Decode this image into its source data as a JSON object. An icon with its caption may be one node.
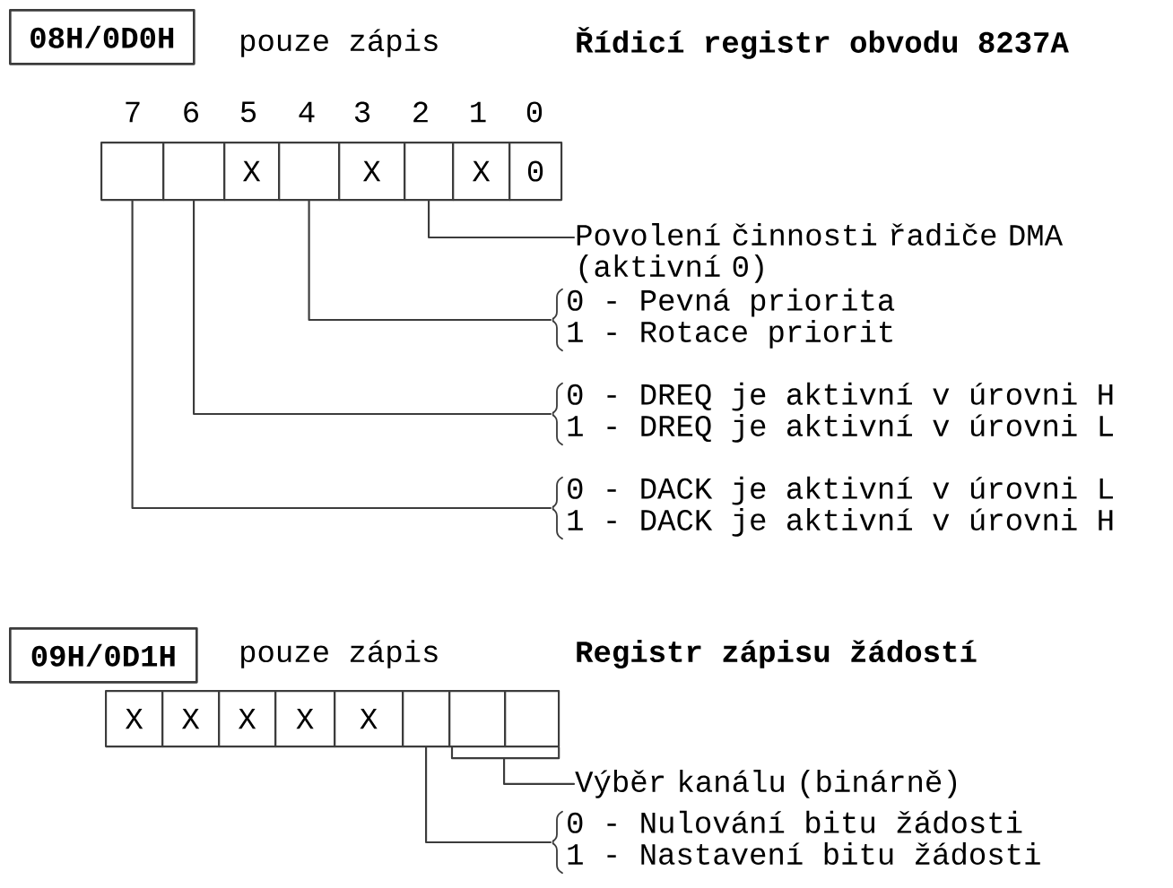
{
  "diagram": {
    "nodes": [
      {
        "text": [
          "08H/0D0H"
        ]
      },
      {
        "text": [],
        "shape": "box"
      },
      {
        "text": [],
        "shape": "box"
      },
      {
        "text": [
          "X"
        ]
      },
      {
        "text": [],
        "shape": "box"
      },
      {
        "text": [
          "X"
        ]
      },
      {
        "text": [],
        "shape": "box"
      },
      {
        "text": [
          "X"
        ]
      },
      {
        "text": [
          "0"
        ]
      },
      {
        "text": [
          "Povolení činnosti řadiče DMA (aktivní 0)"
        ]
      },
      {
        "text": [
          "0 - Pevná priorita",
          "1 - Rotace priorit"
        ]
      },
      {
        "text": [
          "0 - DREQ je aktivní v úrovni H",
          "1 - DREQ je aktivní v úrovni L"
        ]
      },
      {
        "text": [
          "0 - DACK je aktivní v úrovni L",
          "1 - DACK je aktivní v úrovni H"
        ]
      },
      {
        "text": [
          "09H/0D1H"
        ]
      },
      {
        "text": [
          "X"
        ]
      },
      {
        "text": [
          "X"
        ]
      },
      {
        "text": [
          "X"
        ]
      },
      {
        "text": [
          "X"
        ]
      },
      {
        "text": [
          "X"
        ]
      },
      {
        "text": [],
        "shape": "box"
      },
      {
        "text": [],
        "shape": "box"
      },
      {
        "text": [],
        "shape": "box"
      },
      {
        "text": [
          "Výběr kanálu (binárně)"
        ]
      },
      {
        "text": [
          "0 - Nulování bitu žádosti",
          "1 - Nastavení bitu žádosti"
        ]
      }
    ],
    "edges": [
      {
        "from": 6,
        "to": 9,
        "arrow": "none"
      },
      {
        "from": 4,
        "to": 10,
        "arrow": "none"
      },
      {
        "from": 2,
        "to": 11,
        "arrow": "none"
      },
      {
        "from": 1,
        "to": 12,
        "arrow": "none"
      },
      {
        "from": 20,
        "to": 22,
        "arrow": "none"
      },
      {
        "from": 21,
        "to": 22,
        "arrow": "none"
      },
      {
        "from": 19,
        "to": 23,
        "arrow": "none"
      }
    ],
    "labels": [
      "pouze zápis",
      "Řídicí registr obvodu 8237A",
      "7",
      "6",
      "5",
      "4",
      "3",
      "2",
      "1",
      "0",
      "pouze zápis",
      "Registr zápisu žádostí"
    ]
  }
}
